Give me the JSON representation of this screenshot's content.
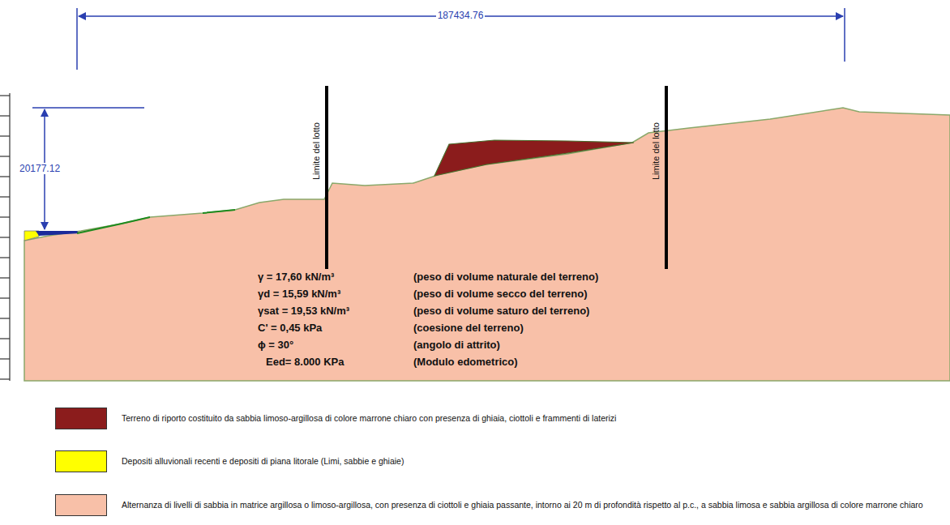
{
  "diagram": {
    "labels": [
      "187434.76",
      "20177.12",
      "Limite del lotto",
      "Limite del lotto",
      "γ = 17,60 kN/m³",
      "(peso di volume naturale del terreno)",
      "γd = 15,59 kN/m³",
      "(peso di volume secco del terreno)",
      "γsat = 19,53 kN/m³",
      "(peso di volume saturo del terreno)",
      "C' = 0,45 kPa",
      "(coesione del terreno)",
      "ϕ = 30°",
      "(angolo di attrito)",
      "Eed= 8.000 KPa",
      "(Modulo edometrico)"
    ],
    "legend": [
      {
        "text": "Terreno di riporto costituito da sabbia limoso-argillosa di colore marrone chiaro con presenza di ghiaia, ciottoli e frammenti di laterizi",
        "color": "#8b1c1c"
      },
      {
        "text": "Depositi alluvionali recenti e depositi di piana litorale  (Limi, sabbie e ghiaie)",
        "color": "#ffff00"
      },
      {
        "text": "Alternanza di livelli di sabbia in matrice argillosa o limoso-argillosa, con presenza di ciottoli e ghiaia passante, intorno ai 20 m di profondità rispetto al p.c., a sabbia limosa e sabbia argillosa di colore marrone chiaro",
        "color": "#f8c0a8"
      }
    ]
  }
}
